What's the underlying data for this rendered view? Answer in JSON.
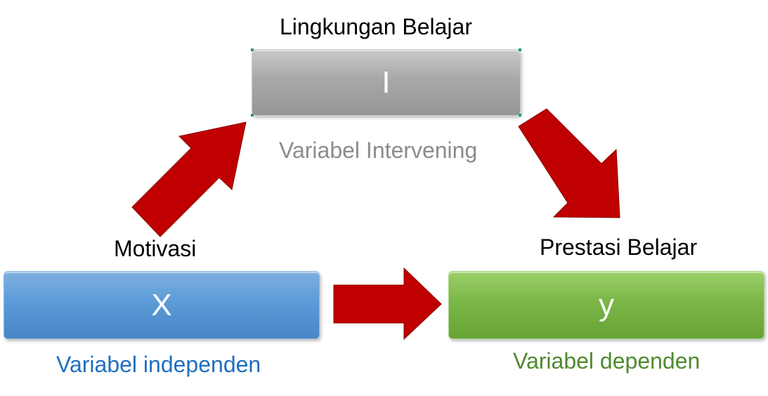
{
  "top_node": {
    "title": "Lingkungan Belajar",
    "letter": "I",
    "description": "Variabel Intervening",
    "color": "#a6a6a6",
    "description_color": "#8c8c8c"
  },
  "left_node": {
    "title": "Motivasi",
    "letter": "X",
    "description": "Variabel independen",
    "color": "#5b9bd5",
    "description_color": "#1f6fc0"
  },
  "right_node": {
    "title": "Prestasi Belajar",
    "letter": "y",
    "description": "Variabel dependen",
    "color": "#70ad47",
    "description_color": "#4f8a2f"
  },
  "arrow_color": "#c00000"
}
